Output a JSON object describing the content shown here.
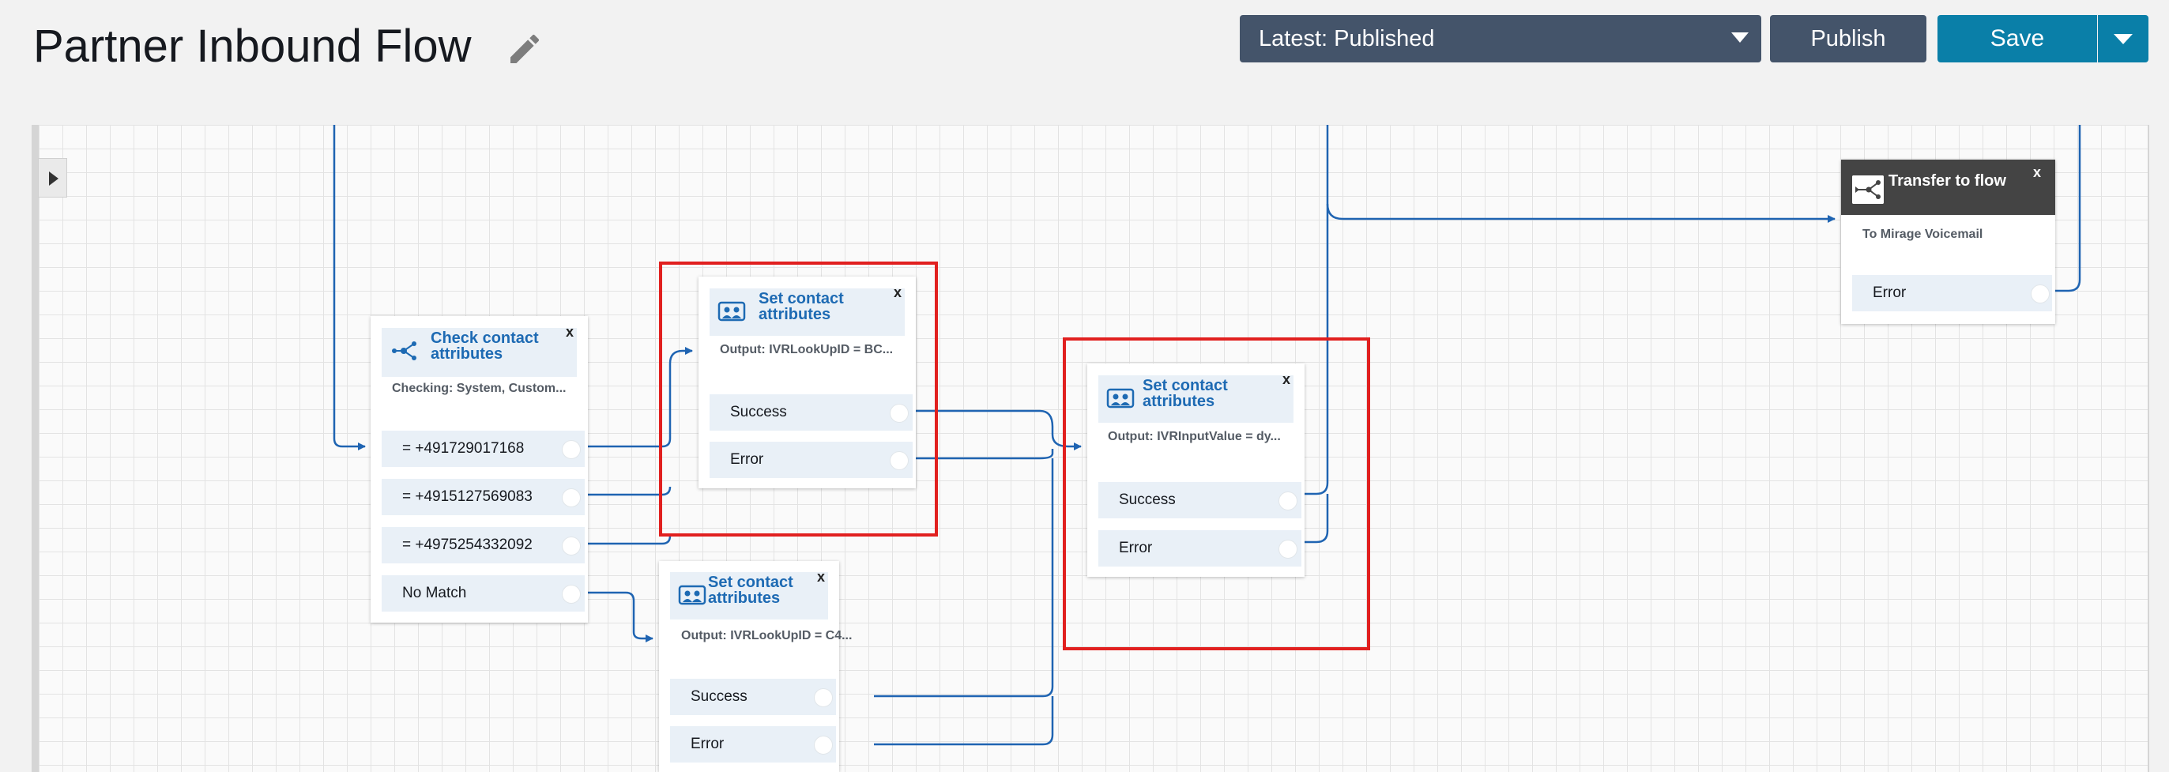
{
  "header": {
    "title": "Partner Inbound Flow",
    "version_select": "Latest: Published",
    "publish_label": "Publish",
    "save_label": "Save"
  },
  "blocks": {
    "check": {
      "title": "Check contact attributes",
      "close": "x",
      "description": "Checking: System, Custom...",
      "branches": [
        "= +491729017168",
        "= +4915127569083",
        "= +4975254332092",
        "No Match"
      ]
    },
    "set1": {
      "title": "Set contact attributes",
      "close": "x",
      "description": "Output: IVRLookUpID = BC...",
      "branches": [
        "Success",
        "Error"
      ]
    },
    "set2": {
      "title": "Set contact attributes",
      "close": "x",
      "description": "Output: IVRLookUpID = C4...",
      "branches": [
        "Success",
        "Error"
      ]
    },
    "set3": {
      "title": "Set contact attributes",
      "close": "x",
      "description": "Output: IVRInputValue = dy...",
      "branches": [
        "Success",
        "Error"
      ]
    },
    "transfer": {
      "title": "Transfer to flow",
      "close": "x",
      "description": "To Mirage Voicemail",
      "branches": [
        "Error"
      ]
    }
  },
  "colors": {
    "accent": "#1d6ab3",
    "highlight": "#e1201f",
    "header_button": "#44546a",
    "save_button": "#0a7fa8",
    "connector": "#1f64b2"
  },
  "icons": [
    "edit-icon",
    "caret-down-icon",
    "expand-panel-icon",
    "check-attributes-icon",
    "set-attributes-icon",
    "transfer-flow-icon"
  ]
}
